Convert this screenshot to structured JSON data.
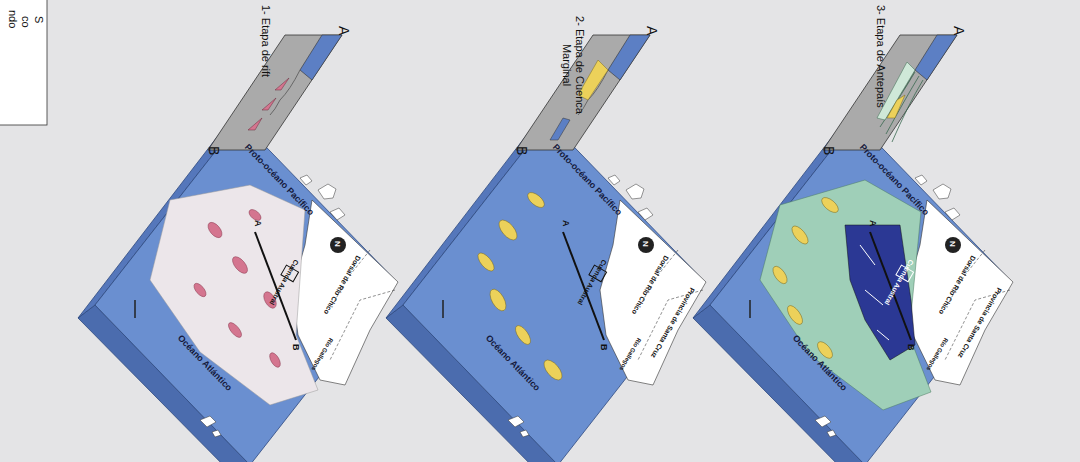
{
  "diagram": {
    "labels": [
      "S",
      "co",
      "ndo",
      "1- Etapa de rift",
      "A",
      "B",
      "Proto-océano Pacífico",
      "N",
      "Dorsal de Río Chico",
      "Cuenca Austral",
      "Río Gallegos",
      "A",
      "B",
      "Océano Atlántico",
      "2- Etapa de Cuenca Marginal",
      "A",
      "B",
      "Proto-océano Pacífico",
      "N",
      "Provincia de Santa Cruz",
      "Dorsal de Río Chico",
      "Cuenca Austral",
      "Río Gallegos",
      "A",
      "B",
      "Océano Atlántico",
      "3- Etapa de Antepaís",
      "A",
      "B",
      "Proto-océano Pacífico",
      "N",
      "Provincia de Santa Cruz",
      "Dorsal de Río Chico",
      "Cuenca Austral",
      "Río Gallegos",
      "A",
      "B",
      "Océano Atlántico"
    ]
  }
}
